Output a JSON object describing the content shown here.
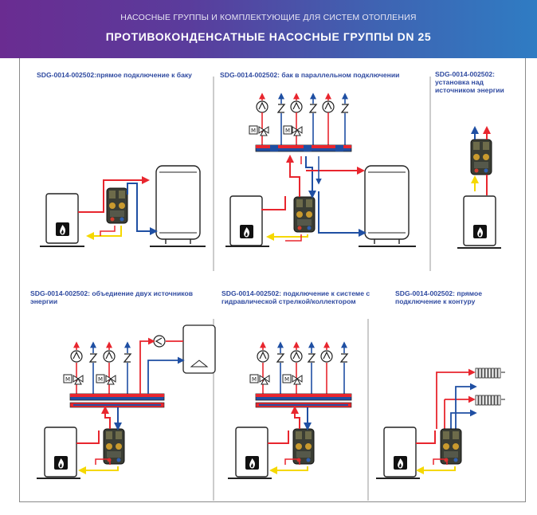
{
  "header": {
    "subtitle": "НАСОСНЫЕ ГРУППЫ И КОМПЛЕКТУЮЩИЕ ДЛЯ СИСТЕМ ОТОПЛЕНИЯ",
    "title": "ПРОТИВОКОНДЕНСАТНЫЕ НАСОСНЫЕ ГРУППЫ DN 25"
  },
  "panels": [
    {
      "title": "SDG-0014-002502:прямое подключение к баку"
    },
    {
      "title": "SDG-0014-002502: бак в параллельном подключении"
    },
    {
      "title_line1": "SDG-0014-002502:",
      "title_line2": "установка над",
      "title_line3": "источником энергии"
    },
    {
      "title_line1": "SDG-0014-002502: объедиение двух источников",
      "title_line2": "энергии"
    },
    {
      "title_line1": "SDG-0014-002502: подключение к системе с",
      "title_line2": "гидравлической стрелкой/коллектором"
    },
    {
      "title_line1": "SDG-0014-002502: прямое",
      "title_line2": "подключение к контуру"
    }
  ],
  "colors": {
    "supply": "#e8262e",
    "return": "#1f4fa3",
    "cold": "#f5d800",
    "accent": "#2f4aa0"
  },
  "icons": [
    "boiler-icon",
    "flame-icon",
    "tank-icon",
    "pump-module-icon",
    "pump-symbol-icon",
    "check-valve-icon",
    "mixing-valve-icon",
    "collector-icon",
    "radiator-icon",
    "motor-icon"
  ]
}
